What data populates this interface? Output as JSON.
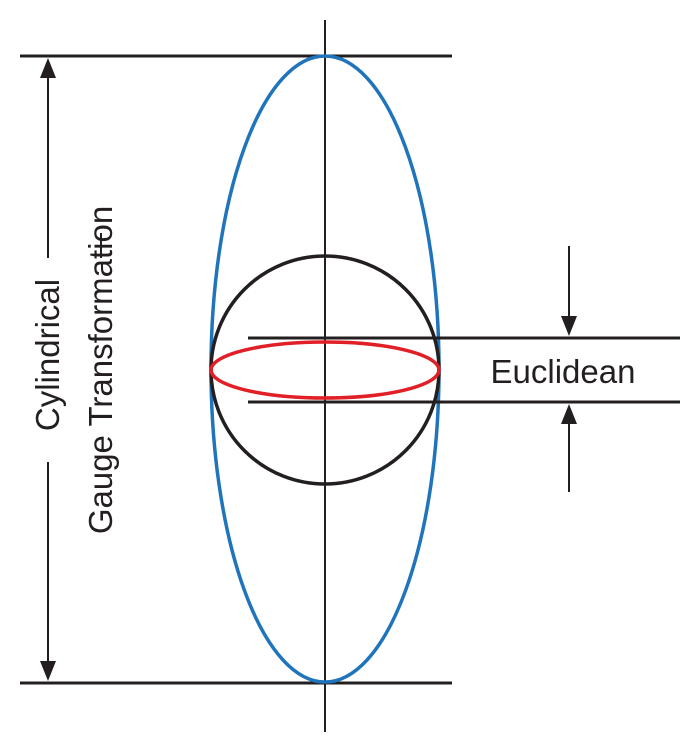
{
  "diagram": {
    "left_label_line1": "Cylindrical",
    "left_label_line2": "Gauge Transformation",
    "right_label": "Euclidean"
  },
  "colors": {
    "line": "#231f20",
    "outer_ellipse": "#1f74bb",
    "inner_ellipse": "#e11f26",
    "circle": "#231f20"
  },
  "icons": {
    "arrow": "arrowhead-icon"
  }
}
